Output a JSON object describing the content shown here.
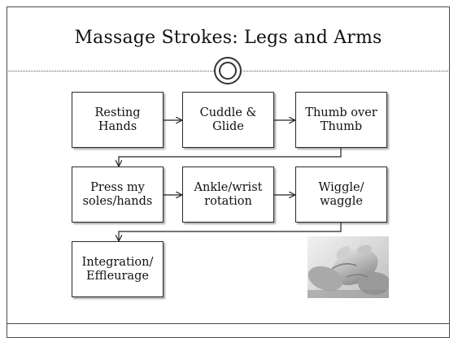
{
  "slide": {
    "title": "Massage Strokes: Legs and Arms",
    "ornament_icon": "double-ring-icon",
    "steps": [
      {
        "id": "s1",
        "label": "Resting\nHands"
      },
      {
        "id": "s2",
        "label": "Cuddle &\nGlide"
      },
      {
        "id": "s3",
        "label": "Thumb over\nThumb"
      },
      {
        "id": "s4",
        "label": "Press my\nsoles/hands"
      },
      {
        "id": "s5",
        "label": "Ankle/wrist\nrotation"
      },
      {
        "id": "s6",
        "label": "Wiggle/\nwaggle"
      },
      {
        "id": "s7",
        "label": "Integration/\nEffleurage"
      }
    ],
    "photo": {
      "subject": "baby-foot-massage-photo"
    },
    "colors": {
      "frame": "#4a4a4a",
      "text": "#111111",
      "box_border": "#2b2b2b"
    }
  }
}
